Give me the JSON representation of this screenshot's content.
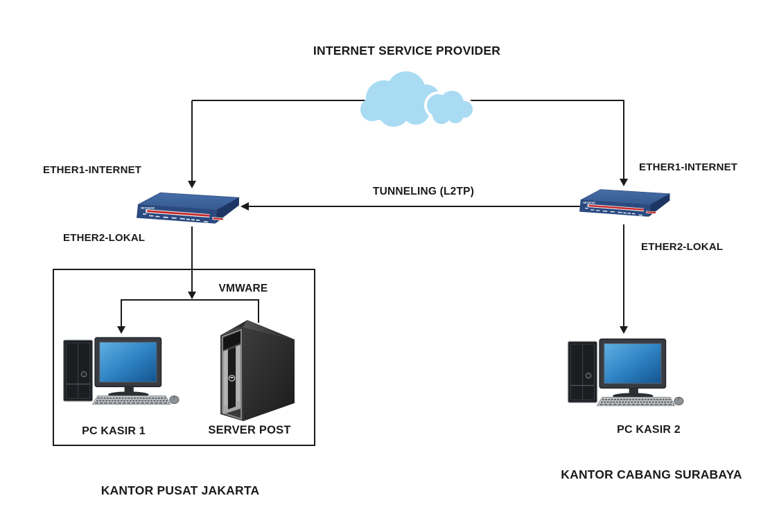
{
  "title": "INTERNET SERVICE PROVIDER",
  "labels": {
    "left_router_wan": "ETHER1-INTERNET",
    "left_router_lan": "ETHER2-LOKAL",
    "right_router_wan": "ETHER1-INTERNET",
    "right_router_lan": "ETHER2-LOKAL",
    "tunnel": "TUNNELING (L2TP)",
    "vmware": "VMWARE",
    "pc_left": "PC KASIR 1",
    "server": "SERVER POST",
    "pc_right": "PC KASIR 2",
    "site_left": "KANTOR PUSAT JAKARTA",
    "site_right": "KANTOR CABANG SURABAYA"
  },
  "devices": {
    "router_brand": "NETGEAR"
  },
  "icons": {
    "cloud": "cloud-icon",
    "router": "router-icon",
    "workstation": "desktop-pc-icon",
    "server": "server-tower-icon",
    "arrow": "arrowhead-icon"
  },
  "colors": {
    "background": "#ffffff",
    "line": "#1a1a1a",
    "text": "#1a1a1a",
    "cloud": "#a9dbf2",
    "router_top": "#3c63a2",
    "router_front": "#2b4a80",
    "router_side": "#1d3563",
    "router_stripe_red": "#c62b2b",
    "screen_blue": "#2f84c4",
    "box_border": "#1a1a1a"
  }
}
